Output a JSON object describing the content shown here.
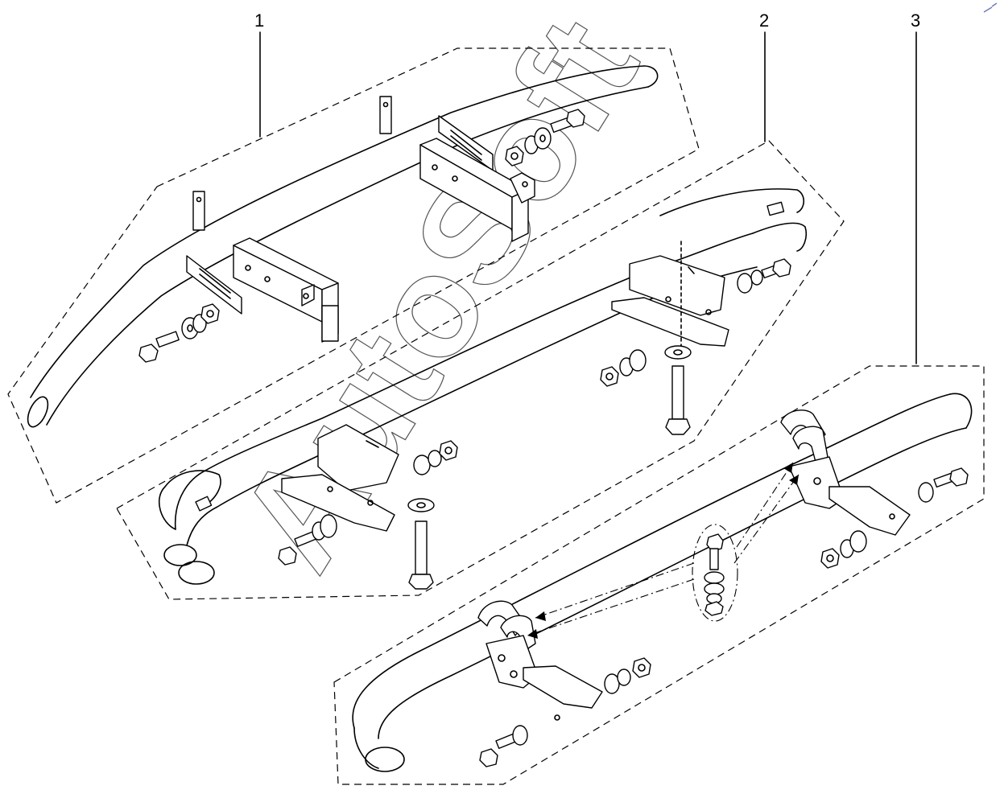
{
  "callouts": [
    {
      "label": "1"
    },
    {
      "label": "2"
    },
    {
      "label": "3"
    }
  ],
  "watermark": {
    "text": "AutoSoft"
  }
}
